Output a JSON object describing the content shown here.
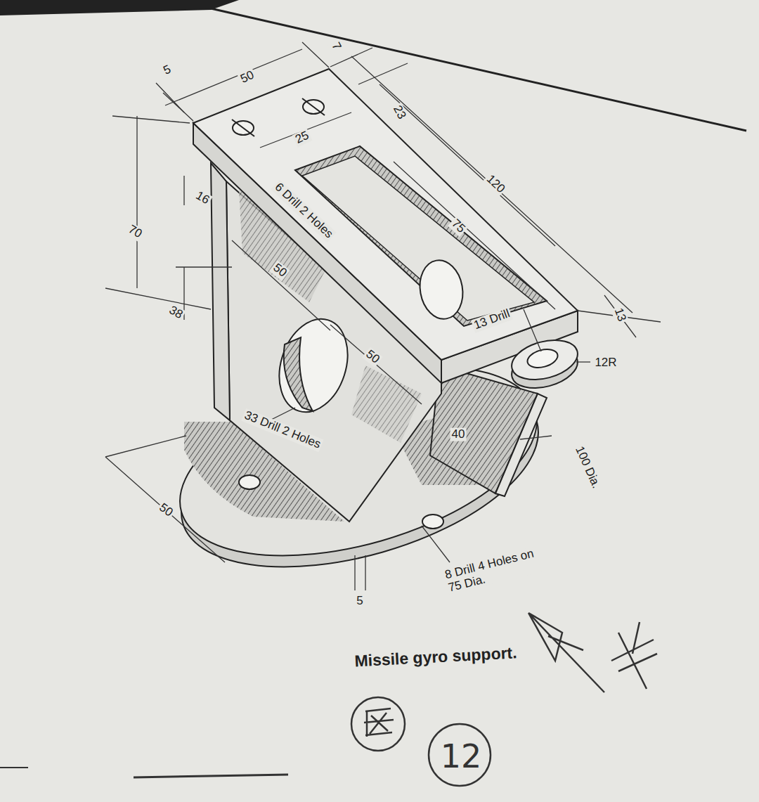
{
  "diagram": {
    "caption": "Missile gyro support.",
    "labels": [
      "5",
      "50",
      "7",
      "23",
      "25",
      "6 Drill 2 Holes",
      "120",
      "75",
      "16",
      "70",
      "50",
      "38",
      "50",
      "13 Drill",
      "13",
      "12R",
      "33 Drill 2 Holes",
      "40",
      "100 Dia.",
      "50",
      "5",
      "8 Drill 4 Holes on 75 Dia.",
      "12"
    ]
  }
}
